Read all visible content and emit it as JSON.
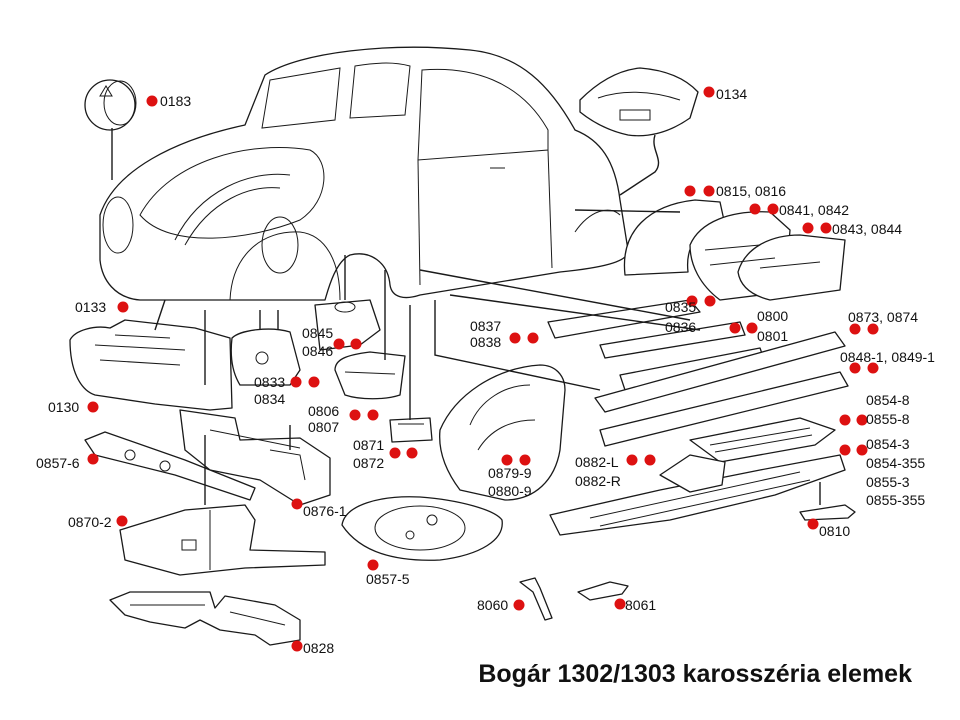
{
  "title": "Bogár 1302/1303 karosszéria elemek",
  "colors": {
    "marker": "#dd1111",
    "line": "#1a1a1a"
  },
  "labels": {
    "p0183": "0183",
    "p0134": "0134",
    "p0815": "0815, 0816",
    "p0841": "0841, 0842",
    "p0843": "0843, 0844",
    "p0133": "0133",
    "p0835": "0835",
    "p0836": "0836",
    "p0800": "0800",
    "p0801": "0801",
    "p0873": "0873, 0874",
    "p0837": "0837",
    "p0838": "0838",
    "p0845": "0845",
    "p0846": "0846",
    "p0848": "0848-1, 0849-1",
    "p0833": "0833",
    "p0834": "0834",
    "p0130": "0130",
    "p0854_8": "0854-8",
    "p0855_8": "0855-8",
    "p0806": "0806",
    "p0807": "0807",
    "p0871": "0871",
    "p0872": "0872",
    "p0854_3": "0854-3",
    "p0854_355": "0854-355",
    "p0855_3": "0855-3",
    "p0855_355": "0855-355",
    "p0857_6": "0857-6",
    "p0879": "0879-9",
    "p0880": "0880-9",
    "p0882L": "0882-L",
    "p0882R": "0882-R",
    "p0876": "0876-1",
    "p0870": "0870-2",
    "p0810": "0810",
    "p0857_5": "0857-5",
    "p8060": "8060",
    "p8061": "8061",
    "p0828": "0828"
  }
}
